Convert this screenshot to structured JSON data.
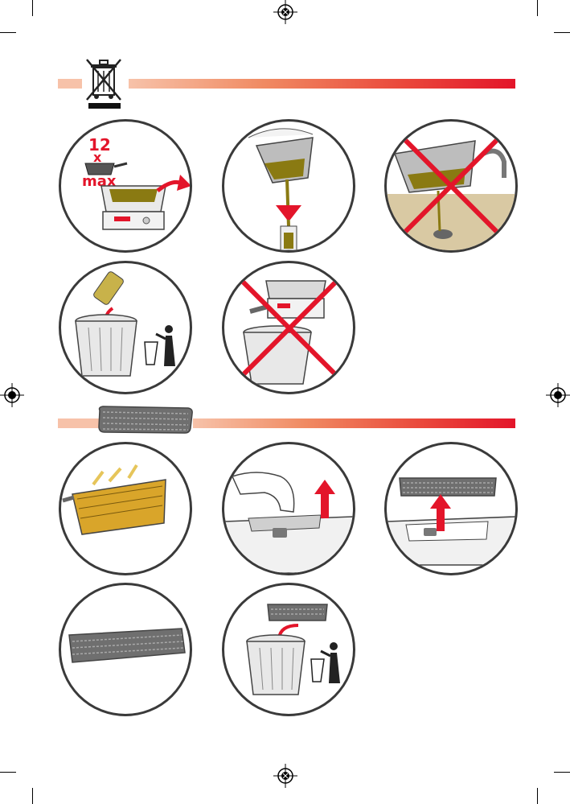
{
  "header": {
    "disposal_icon": "crossed-out-bin-icon",
    "filter_icon": "charcoal-filter-icon"
  },
  "step1": {
    "count_value": "12",
    "count_separator": "x",
    "count_unit": "max"
  },
  "colors": {
    "accent_red": "#e3152a",
    "oil": "#8a7a12",
    "outline": "#3a3a3a"
  }
}
